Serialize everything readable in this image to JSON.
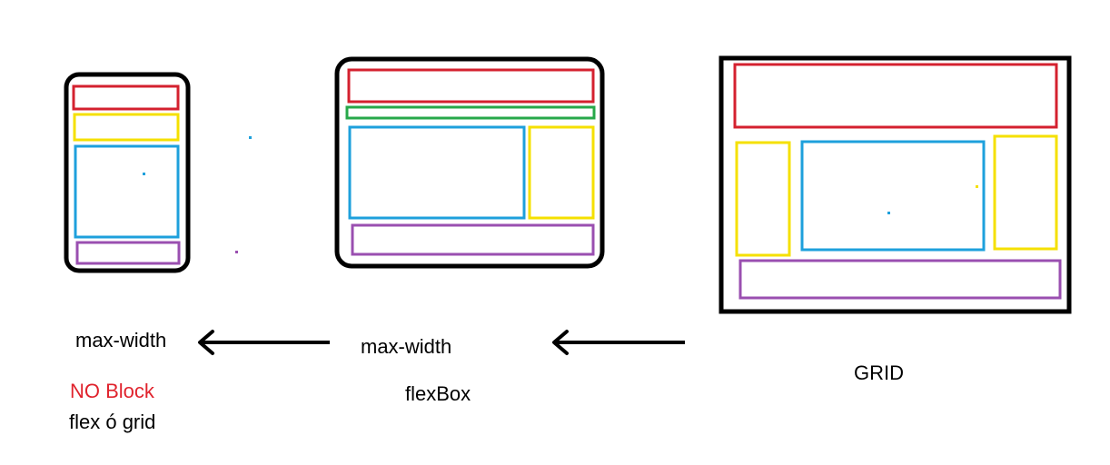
{
  "colors": {
    "outline": "#000000",
    "header": "#d4212f",
    "nav_yellow": "#f5e000",
    "nav_green": "#27a84a",
    "main": "#1ea0dc",
    "footer": "#9a4fb0",
    "warning_text": "#e0232d"
  },
  "labels": {
    "mobile_max_width": "max-width",
    "tablet_max_width": "max-width",
    "mobile_no_block": "NO Block",
    "mobile_flex_or_grid": "flex ó grid",
    "tablet_flexbox": "flexBox",
    "desktop_grid": "GRID"
  }
}
